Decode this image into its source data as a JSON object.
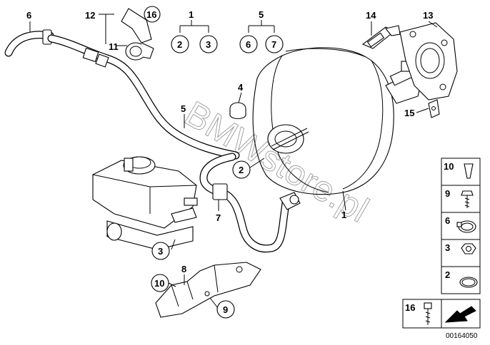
{
  "callouts": {
    "c1": "1",
    "c1b": "1",
    "c2": "2",
    "c2b": "2",
    "c3": "3",
    "c3b": "3",
    "c4": "4",
    "c5": "5",
    "c5b": "5",
    "c6": "6",
    "c6b": "6",
    "c7": "7",
    "c7b": "7",
    "c8": "8",
    "c9": "9",
    "c9b": "9",
    "c10": "10",
    "c11": "11",
    "c12": "12",
    "c13": "13",
    "c14": "14",
    "c15": "15",
    "c16": "16"
  },
  "legend": {
    "items": [
      {
        "label": "10",
        "icon": "push-clip-icon"
      },
      {
        "label": "9",
        "icon": "screw-icon"
      },
      {
        "label": "6",
        "icon": "hose-clamp-icon"
      },
      {
        "label": "3",
        "icon": "hex-nut-icon"
      },
      {
        "label": "2",
        "icon": "gasket-ring-icon"
      }
    ],
    "footer_label": "16"
  },
  "watermark": "BMWstore.pl",
  "part_number": "00164050"
}
